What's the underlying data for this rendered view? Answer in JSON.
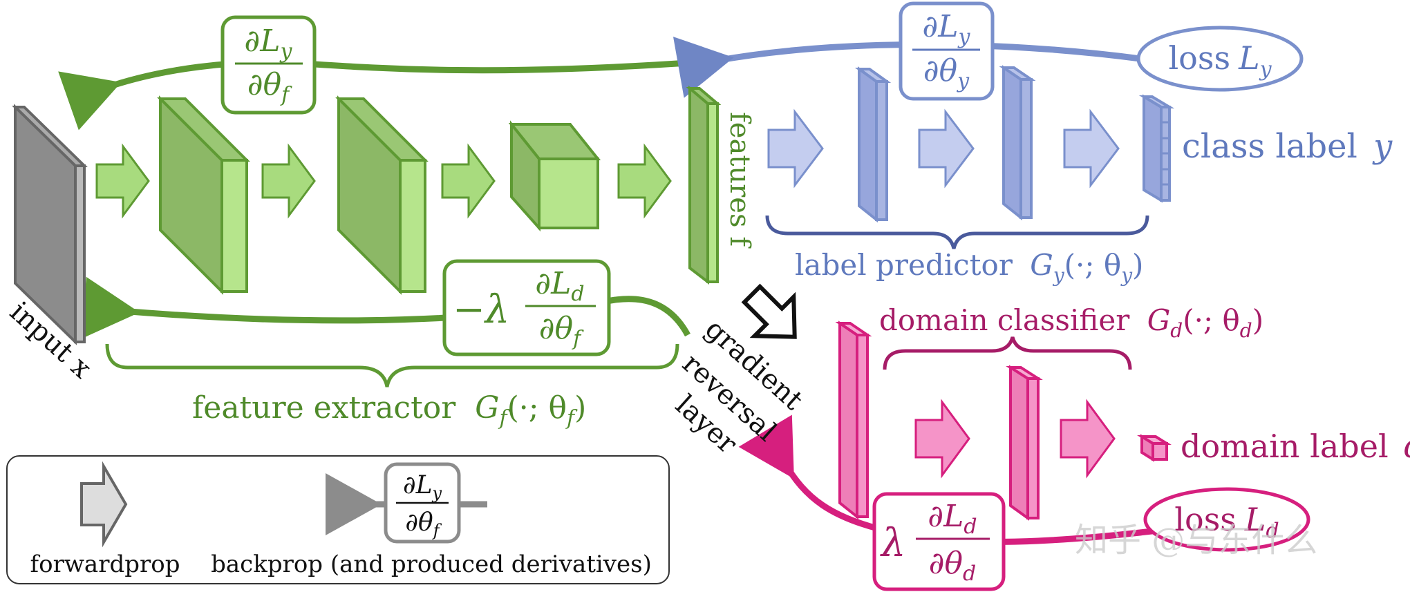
{
  "colors": {
    "green_dark": "#4f8a2a",
    "green_mid": "#5e9a33",
    "green_light": "#a8db7e",
    "green_face": "#b6e58c",
    "green_side": "#8db867",
    "blue_dark": "#6f86c5",
    "blue_fill": "#a8b5e2",
    "blue_light": "#c4cdef",
    "pink_dark": "#d61f7e",
    "pink_fill": "#f594c8",
    "pink_text": "#a61c67",
    "gray_dark": "#666666",
    "gray_fill": "#8c8c8c",
    "gray_light": "#dddddd"
  },
  "labels": {
    "input": "input x",
    "features": "features f",
    "class_label_text": "class label",
    "class_label_var": "y",
    "domain_label_text": "domain label",
    "domain_label_var": "d",
    "loss_y": "loss",
    "loss_y_sub": "y",
    "loss_d": "loss",
    "loss_d_sub": "d",
    "label_predictor": "label predictor",
    "label_predictor_fn": "G",
    "label_predictor_sub": "y",
    "label_predictor_args": "(·; θ",
    "label_predictor_close": ")",
    "domain_classifier": "domain classifier",
    "domain_classifier_fn": "G",
    "domain_classifier_sub": "d",
    "domain_classifier_args": "(·; θ",
    "domain_classifier_close": ")",
    "feature_extractor": "feature extractor",
    "feature_extractor_fn": "G",
    "feature_extractor_sub": "f",
    "feature_extractor_args": "(·; θ",
    "feature_extractor_close": ")",
    "grl_line1": "gradient",
    "grl_line2": "reversal",
    "grl_line3": "layer"
  },
  "derivatives": {
    "dLy_dthf_num": "∂L",
    "dLy_dthf_num_sub": "y",
    "dLy_dthf_den": "∂θ",
    "dLy_dthf_den_sub": "f",
    "dLy_dthy_num": "∂L",
    "dLy_dthy_num_sub": "y",
    "dLy_dthy_den": "∂θ",
    "dLy_dthy_den_sub": "y",
    "neg_lambda": "−λ",
    "dLd_dthf_num": "∂L",
    "dLd_dthf_num_sub": "d",
    "dLd_dthf_den": "∂θ",
    "dLd_dthf_den_sub": "f",
    "lambda": "λ",
    "dLd_dthd_num": "∂L",
    "dLd_dthd_num_sub": "d",
    "dLd_dthd_den": "∂θ",
    "dLd_dthd_den_sub": "d"
  },
  "legend": {
    "forwardprop": "forwardprop",
    "backprop": "backprop (and produced derivatives)",
    "deriv_num": "∂L",
    "deriv_num_sub": "y",
    "deriv_den": "∂θ",
    "deriv_den_sub": "f"
  },
  "watermark": "知乎 @与东什么",
  "icons": [
    "forward-arrow-icon",
    "backprop-arrow-icon"
  ]
}
